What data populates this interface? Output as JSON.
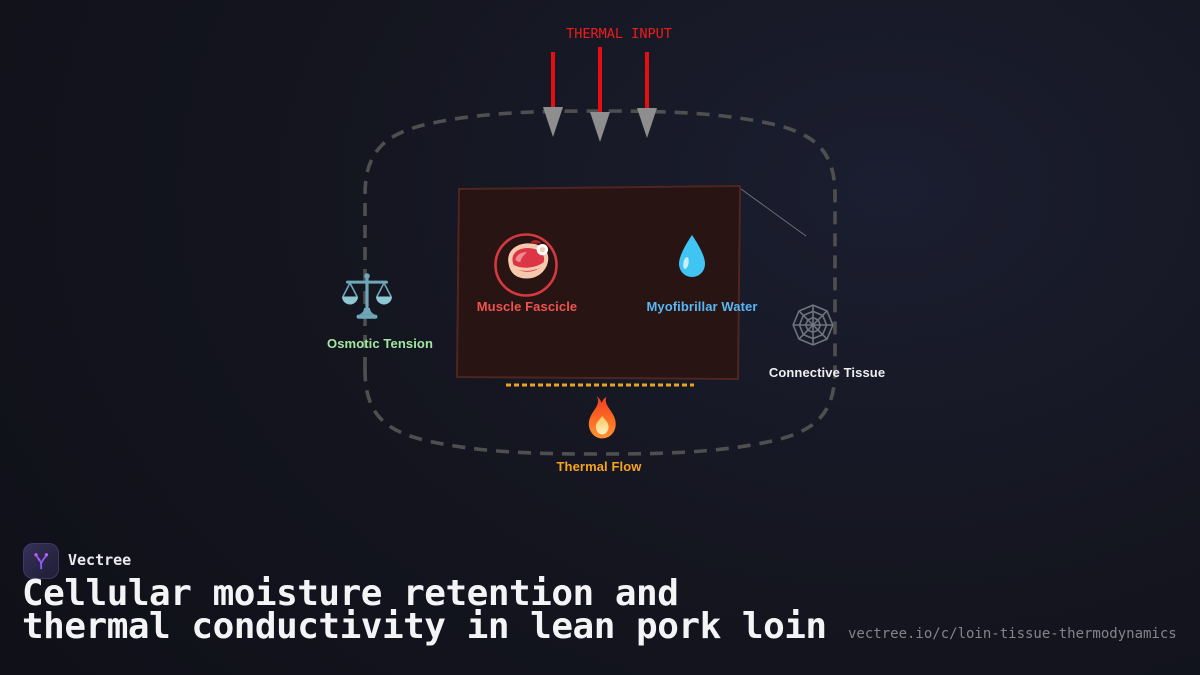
{
  "diagram": {
    "thermal_input": {
      "label": "THERMAL INPUT"
    },
    "nodes": {
      "muscle_fascicle": {
        "label": "Muscle Fascicle",
        "icon": "steak-icon"
      },
      "myofibrillar_water": {
        "label": "Myofibrillar Water",
        "icon": "water-droplet-icon"
      },
      "osmotic_tension": {
        "label": "Osmotic Tension",
        "icon": "balance-scale-icon"
      },
      "connective_tissue": {
        "label": "Connective Tissue",
        "icon": "spider-web-icon"
      },
      "thermal_flow": {
        "label": "Thermal Flow",
        "icon": "fire-icon"
      }
    }
  },
  "branding": {
    "app_name": "Vectree",
    "title_line1": "Cellular moisture retention and",
    "title_line2": "thermal conductivity in lean pork loin",
    "url": "vectree.io/c/loin-tissue-thermodynamics"
  },
  "colors": {
    "background_dark": "#0f1018",
    "background_glow": "#1b1e30",
    "thermal_input_red": "#ed1c1c",
    "arrow_red": "#e60f0f",
    "arrowhead_gray": "#8e8e8e",
    "boundary_dash_gray": "#4f4f4f",
    "tissue_block_fill": "#281413",
    "tissue_block_border": "#4e2520",
    "thermal_dash_orange": "#e8a41f",
    "muscle_label": "#ef5350",
    "water_label": "#58b7f5",
    "osmotic_label": "#a3e8a0",
    "connective_label": "#eeeef0",
    "thermal_flow_label": "#f6a41f",
    "title_white": "#f4f4f6",
    "url_gray": "#84848c",
    "logo_purple": "#8b5cf6"
  }
}
